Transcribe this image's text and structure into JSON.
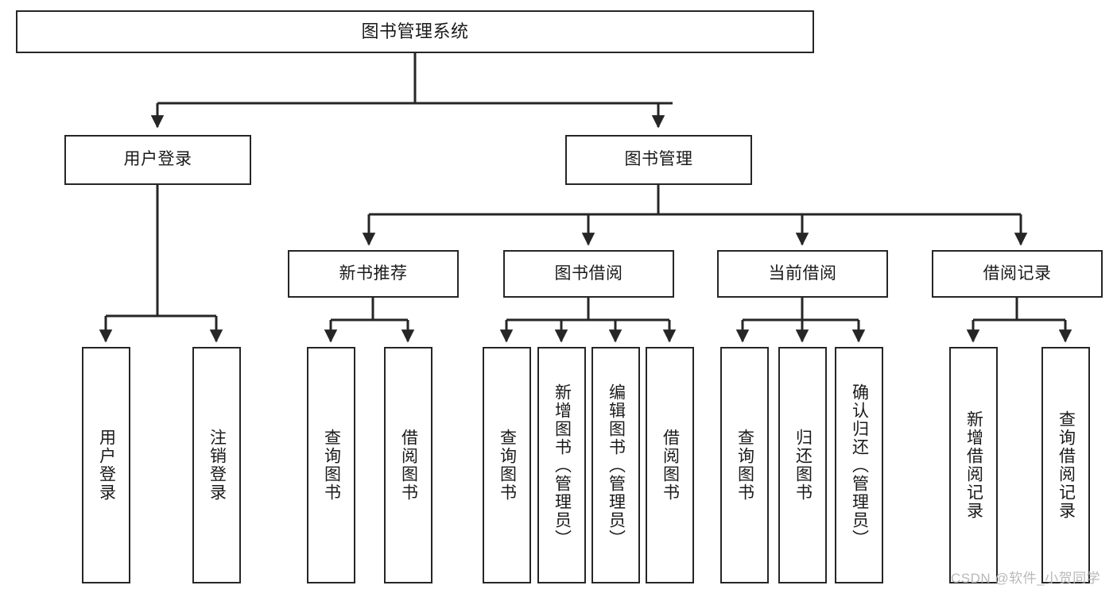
{
  "diagram": {
    "type": "tree",
    "title": "图书管理系统",
    "stroke_color": "#262626",
    "background_color": "#ffffff",
    "text_color": "#1a1a1a",
    "nodes": {
      "root": {
        "label": "图书管理系统"
      },
      "level2": [
        {
          "id": "user-login",
          "label": "用户登录"
        },
        {
          "id": "book-manage",
          "label": "图书管理"
        }
      ],
      "level3": [
        {
          "id": "new-book-recommend",
          "label": "新书推荐"
        },
        {
          "id": "book-borrow",
          "label": "图书借阅"
        },
        {
          "id": "current-borrow",
          "label": "当前借阅"
        },
        {
          "id": "borrow-record",
          "label": "借阅记录"
        }
      ],
      "leaves": {
        "user-login": [
          {
            "id": "leaf-user-login",
            "label": "用户登录"
          },
          {
            "id": "leaf-logout",
            "label": "注销登录"
          }
        ],
        "new-book-recommend": [
          {
            "id": "leaf-query-book-1",
            "label": "查询图书"
          },
          {
            "id": "leaf-borrow-book-1",
            "label": "借阅图书"
          }
        ],
        "book-borrow": [
          {
            "id": "leaf-query-book-2",
            "label": "查询图书"
          },
          {
            "id": "leaf-add-book",
            "label": "新增图书（管理员）"
          },
          {
            "id": "leaf-edit-book",
            "label": "编辑图书（管理员）"
          },
          {
            "id": "leaf-borrow-book-2",
            "label": "借阅图书"
          }
        ],
        "current-borrow": [
          {
            "id": "leaf-query-book-3",
            "label": "查询图书"
          },
          {
            "id": "leaf-return-book",
            "label": "归还图书"
          },
          {
            "id": "leaf-confirm-return",
            "label": "确认归还（管理员）"
          }
        ],
        "borrow-record": [
          {
            "id": "leaf-add-record",
            "label": "新增借阅记录"
          },
          {
            "id": "leaf-query-record",
            "label": "查询借阅记录"
          }
        ]
      }
    }
  },
  "watermark": {
    "text": "CSDN @软件_小贺同学"
  }
}
